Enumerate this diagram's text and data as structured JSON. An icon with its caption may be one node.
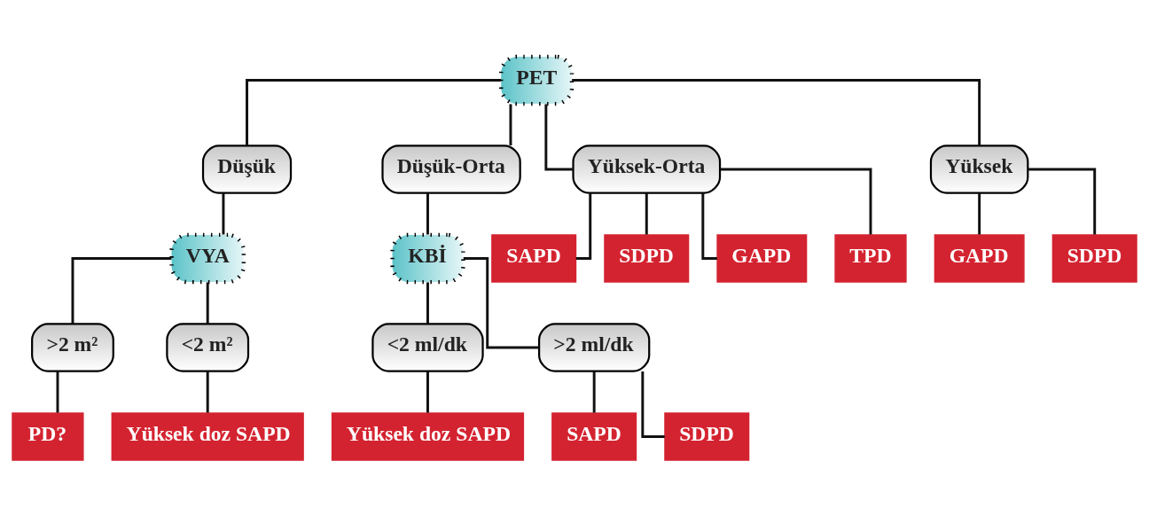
{
  "diagram": {
    "nodes": [
      {
        "text": [
          "PET"
        ]
      },
      {
        "text": [
          "Düşük"
        ]
      },
      {
        "text": [
          "Düşük-Orta"
        ]
      },
      {
        "text": [
          "Yüksek-Orta"
        ]
      },
      {
        "text": [
          "Yüksek"
        ]
      },
      {
        "text": [
          "VYA"
        ]
      },
      {
        "text": [
          "KBİ"
        ]
      },
      {
        "text": [
          ">2 m²"
        ]
      },
      {
        "text": [
          "<2 m²"
        ]
      },
      {
        "text": [
          "<2 ml/dk"
        ]
      },
      {
        "text": [
          ">2 ml/dk"
        ]
      },
      {
        "text": [
          "PD?"
        ]
      },
      {
        "text": [
          "Yüksek doz SAPD"
        ]
      },
      {
        "text": [
          "Yüksek doz SAPD"
        ]
      },
      {
        "text": [
          "SAPD"
        ]
      },
      {
        "text": [
          "SDPD"
        ]
      },
      {
        "text": [
          "SAPD"
        ]
      },
      {
        "text": [
          "SDPD"
        ]
      },
      {
        "text": [
          "GAPD"
        ]
      },
      {
        "text": [
          "TPD"
        ]
      },
      {
        "text": [
          "GAPD"
        ]
      },
      {
        "text": [
          "SDPD"
        ]
      }
    ],
    "edges": [
      {
        "from": 0,
        "to": 1,
        "arrow": "none"
      },
      {
        "from": 0,
        "to": 2,
        "arrow": "none"
      },
      {
        "from": 0,
        "to": 3,
        "arrow": "none"
      },
      {
        "from": 0,
        "to": 4,
        "arrow": "none"
      },
      {
        "from": 1,
        "to": 5,
        "arrow": "none"
      },
      {
        "from": 2,
        "to": 6,
        "arrow": "none"
      },
      {
        "from": 5,
        "to": 7,
        "arrow": "none"
      },
      {
        "from": 5,
        "to": 8,
        "arrow": "none"
      },
      {
        "from": 6,
        "to": 9,
        "arrow": "none"
      },
      {
        "from": 6,
        "to": 10,
        "arrow": "none"
      },
      {
        "from": 7,
        "to": 11,
        "arrow": "none"
      },
      {
        "from": 8,
        "to": 12,
        "arrow": "none"
      },
      {
        "from": 9,
        "to": 13,
        "arrow": "none"
      },
      {
        "from": 10,
        "to": 14,
        "arrow": "none"
      },
      {
        "from": 10,
        "to": 15,
        "arrow": "none"
      },
      {
        "from": 3,
        "to": 16,
        "arrow": "none"
      },
      {
        "from": 3,
        "to": 17,
        "arrow": "none"
      },
      {
        "from": 3,
        "to": 18,
        "arrow": "none"
      },
      {
        "from": 3,
        "to": 19,
        "arrow": "none"
      },
      {
        "from": 4,
        "to": 20,
        "arrow": "none"
      },
      {
        "from": 4,
        "to": 21,
        "arrow": "none"
      }
    ]
  }
}
